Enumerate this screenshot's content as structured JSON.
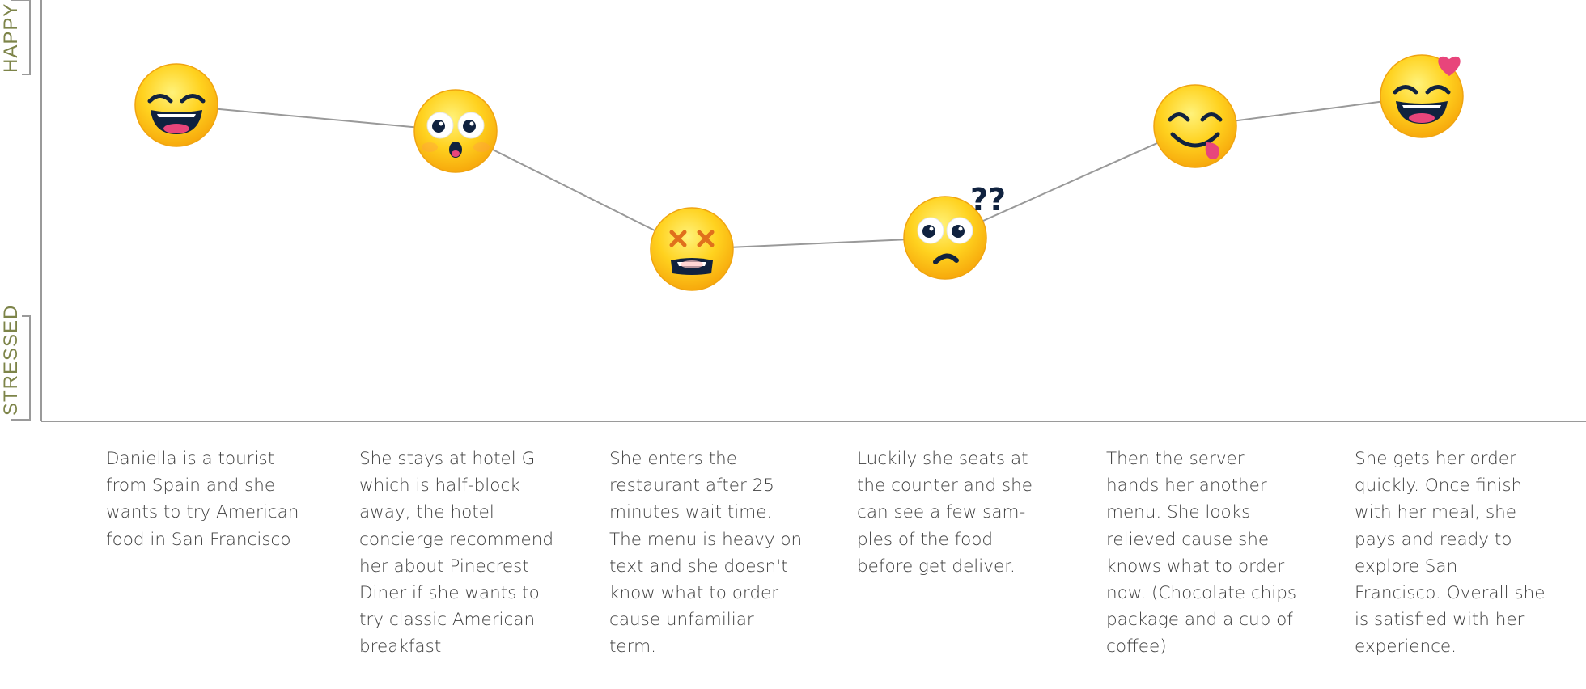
{
  "axis": {
    "top_label": "HAPPY",
    "bottom_label": "STRESSED"
  },
  "colors": {
    "line": "#999999",
    "axis": "#9a9a9a",
    "label": "#7d8449",
    "emoji_face": "#ffc21a",
    "emoji_dark": "#10223f",
    "emoji_tongue": "#e8457b"
  },
  "steps": [
    {
      "mood": "laughing-face",
      "text": "Daniella is a tourist from Spain and she wants to try American food in San Francisco"
    },
    {
      "mood": "surprised-face",
      "text": "She stays at hotel G which is half-block away, the hotel concierge recommend her about Pinecrest Diner if she wants to try classic American breakfast"
    },
    {
      "mood": "dizzy-face",
      "text": "She enters the restaurant after 25 minutes wait time. The menu is heavy on text and she doesn't know what to order cause unfamiliar term."
    },
    {
      "mood": "confused-face",
      "text": "Luckily she seats at the counter and she can see a few sam-ples of the food before get deliver."
    },
    {
      "mood": "yummy-face",
      "text": "Then the server hands her another menu. She looks relieved cause she knows what to order now. (Chocolate chips package and a cup of coffee)"
    },
    {
      "mood": "love-face",
      "text": "She gets her order quickly. Once finish with her meal, she pays and ready to explore San Francisco. Overall she is satisfied with her experience."
    }
  ],
  "symbols": {
    "question_marks": "??"
  }
}
